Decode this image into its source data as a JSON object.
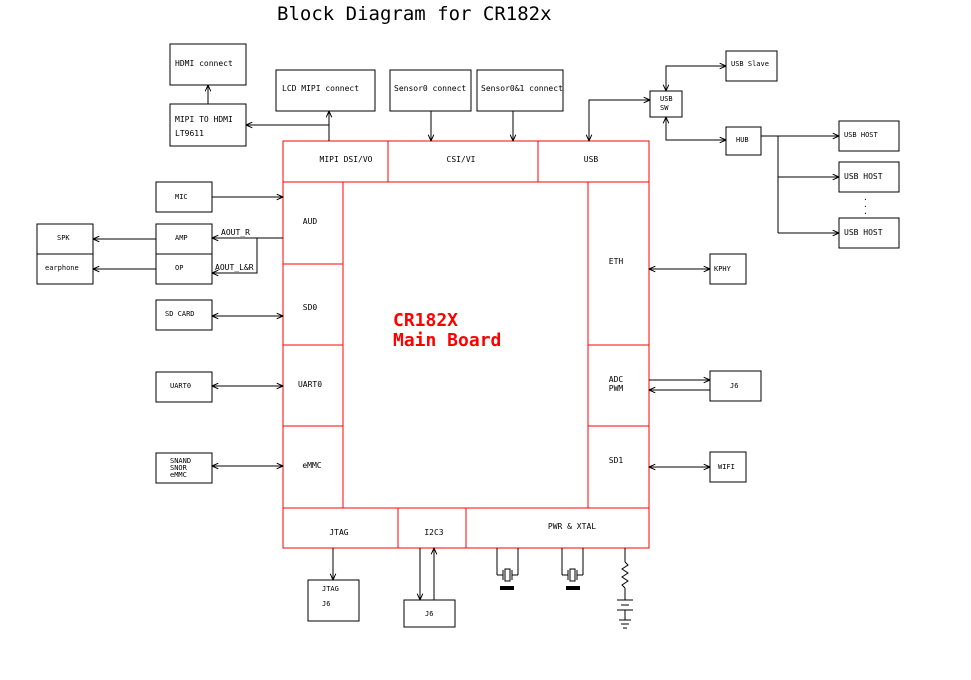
{
  "title": "Block Diagram for CR182x",
  "main_board": {
    "line1": "CR182X",
    "line2": "Main Board",
    "color": "#ff0000"
  },
  "colors": {
    "board_border": "#ff0000",
    "inner_border": "#0000cc"
  },
  "board_sections": {
    "top": [
      "MIPI DSI/VO",
      "CSI/VI",
      "USB"
    ],
    "left": [
      "AUD",
      "SD0",
      "UART0",
      "eMMC"
    ],
    "right": [
      "ETH",
      "ADC",
      "PWM",
      "SD1"
    ],
    "bottom": [
      "JTAG",
      "I2C3",
      "PWR & XTAL"
    ]
  },
  "external_blocks": {
    "hdmi_connect": "HDMI connect",
    "mipi_to_hdmi": [
      "MIPI TO HDMI",
      "LT9611"
    ],
    "lcd_mipi_connect": "LCD MIPI connect",
    "sensor0_connect": "Sensor0 connect",
    "sensor01_connect": "Sensor0&1 connect",
    "usb_sw": [
      "USB",
      "SW"
    ],
    "usb_slave": "USB Slave",
    "hub": "HUB",
    "usb_host_1": "USB HOST",
    "usb_host_2": "USB HOST",
    "usb_host_3": "USB HOST",
    "ellipsis": ".",
    "mic": "MIC",
    "amp": "AMP",
    "op": "OP",
    "spk": "SPK",
    "earphone": "earphone",
    "aout_r": "AOUT_R",
    "aout_lr": "AOUT_L&R",
    "sd_card": "SD CARD",
    "uart0": "UART0",
    "nand": [
      "SNAND",
      "SNOR",
      "eMMC"
    ],
    "kphy": "KPHY",
    "j6_adc": "J6",
    "wifi": "WIFI",
    "jtag_conn": [
      "JTAG",
      "J6"
    ],
    "j6_i2c": "J6"
  }
}
